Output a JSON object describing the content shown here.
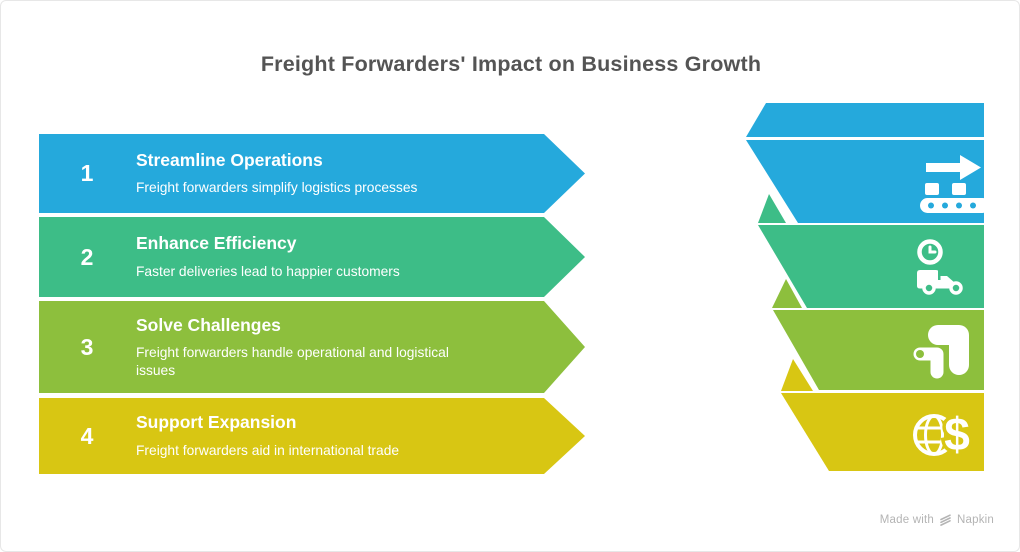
{
  "title": "Freight Forwarders' Impact on Business Growth",
  "colors": {
    "step_blue": "#25A9DC",
    "step_green": "#3DBD87",
    "step_olive": "#8DBF3D",
    "step_yellow": "#D8C613",
    "title_gray": "#545454",
    "footer_gray": "#B4B4B4",
    "icon_white": "#FFFFFF"
  },
  "steps": [
    {
      "number": "1",
      "title": "Streamline Operations",
      "description": "Freight forwarders simplify logistics processes",
      "color": "#25A9DC",
      "icon": "conveyor-arrow-icon"
    },
    {
      "number": "2",
      "title": "Enhance Efficiency",
      "description": "Faster deliveries lead to happier customers",
      "color": "#3DBD87",
      "icon": "delivery-truck-clock-icon"
    },
    {
      "number": "3",
      "title": "Solve Challenges",
      "description": "Freight forwarders handle operational and logistical issues",
      "color": "#8DBF3D",
      "icon": "pipe-fitting-icon"
    },
    {
      "number": "4",
      "title": "Support Expansion",
      "description": "Freight forwarders aid in international trade",
      "color": "#D8C613",
      "icon": "globe-dollar-icon"
    }
  ],
  "footer": {
    "made_with_label": "Made with",
    "brand": "Napkin"
  }
}
